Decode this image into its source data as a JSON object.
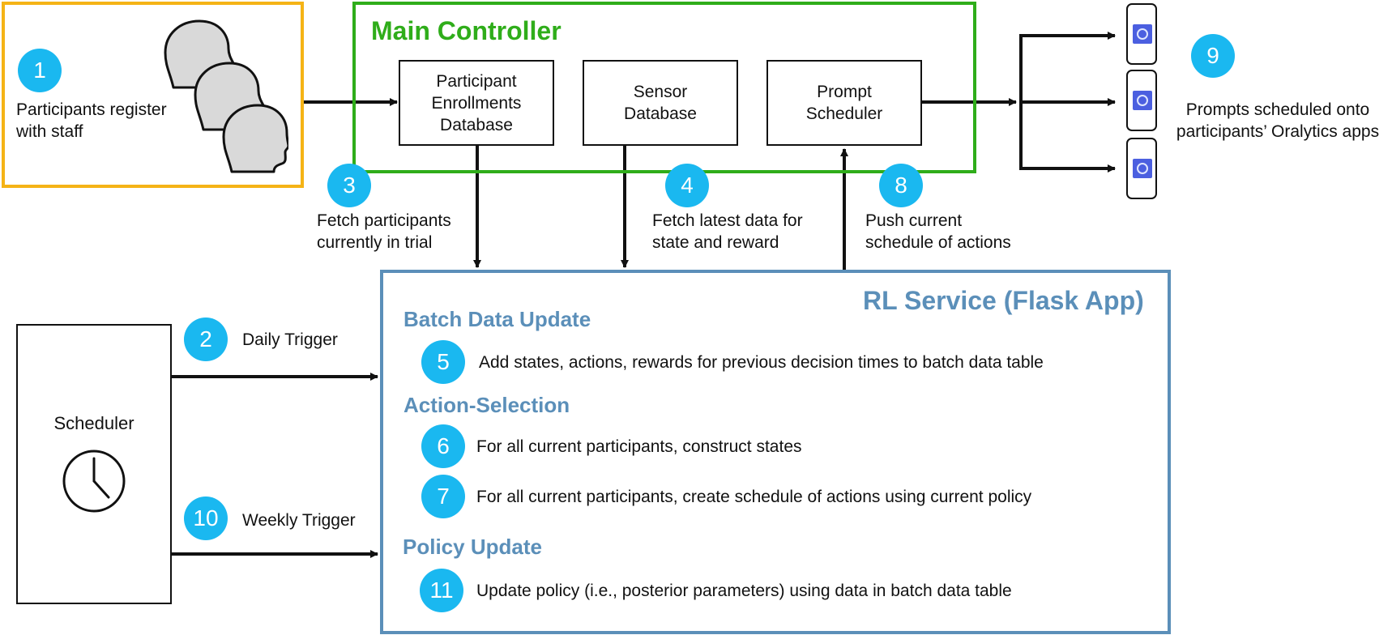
{
  "registration": {
    "step": "1",
    "text_line1": "Participants register",
    "text_line2": "with staff"
  },
  "main_controller": {
    "title": "Main Controller",
    "enrollments_db": {
      "line1": "Participant",
      "line2": "Enrollments",
      "line3": "Database"
    },
    "sensor_db": {
      "line1": "Sensor",
      "line2": "Database"
    },
    "prompt_scheduler": {
      "line1": "Prompt",
      "line2": "Scheduler"
    }
  },
  "fetch_participants": {
    "step": "3",
    "line1": "Fetch participants",
    "line2": "currently in trial"
  },
  "fetch_data": {
    "step": "4",
    "line1": "Fetch latest data for",
    "line2": "state and reward"
  },
  "push_schedule": {
    "step": "8",
    "line1": "Push current",
    "line2": "schedule of actions"
  },
  "apps": {
    "step": "9",
    "line1": "Prompts scheduled onto",
    "line2": "participants’ Oralytics apps"
  },
  "scheduler": {
    "title": "Scheduler",
    "daily": {
      "step": "2",
      "label": "Daily Trigger"
    },
    "weekly": {
      "step": "10",
      "label": "Weekly Trigger"
    }
  },
  "rl_service": {
    "title": "RL Service (Flask App)",
    "batch_update": {
      "heading": "Batch Data Update",
      "steps": [
        {
          "num": "5",
          "text": "Add states, actions, rewards for previous decision times to batch data table"
        }
      ]
    },
    "action_selection": {
      "heading": "Action-Selection",
      "steps": [
        {
          "num": "6",
          "text": "For all current participants, construct states"
        },
        {
          "num": "7",
          "text": "For all current participants, create schedule of actions using current policy"
        }
      ]
    },
    "policy_update": {
      "heading": "Policy Update",
      "steps": [
        {
          "num": "11",
          "text": "Update policy (i.e., posterior parameters) using data in batch data table"
        }
      ]
    }
  },
  "colors": {
    "registration_border": "#f5b316",
    "controller_border": "#2fad1a",
    "controller_title": "#2fad1a",
    "rl_border": "#5b8fb9",
    "rl_heading": "#5b8fb9",
    "badge": "#1ab8f0"
  }
}
